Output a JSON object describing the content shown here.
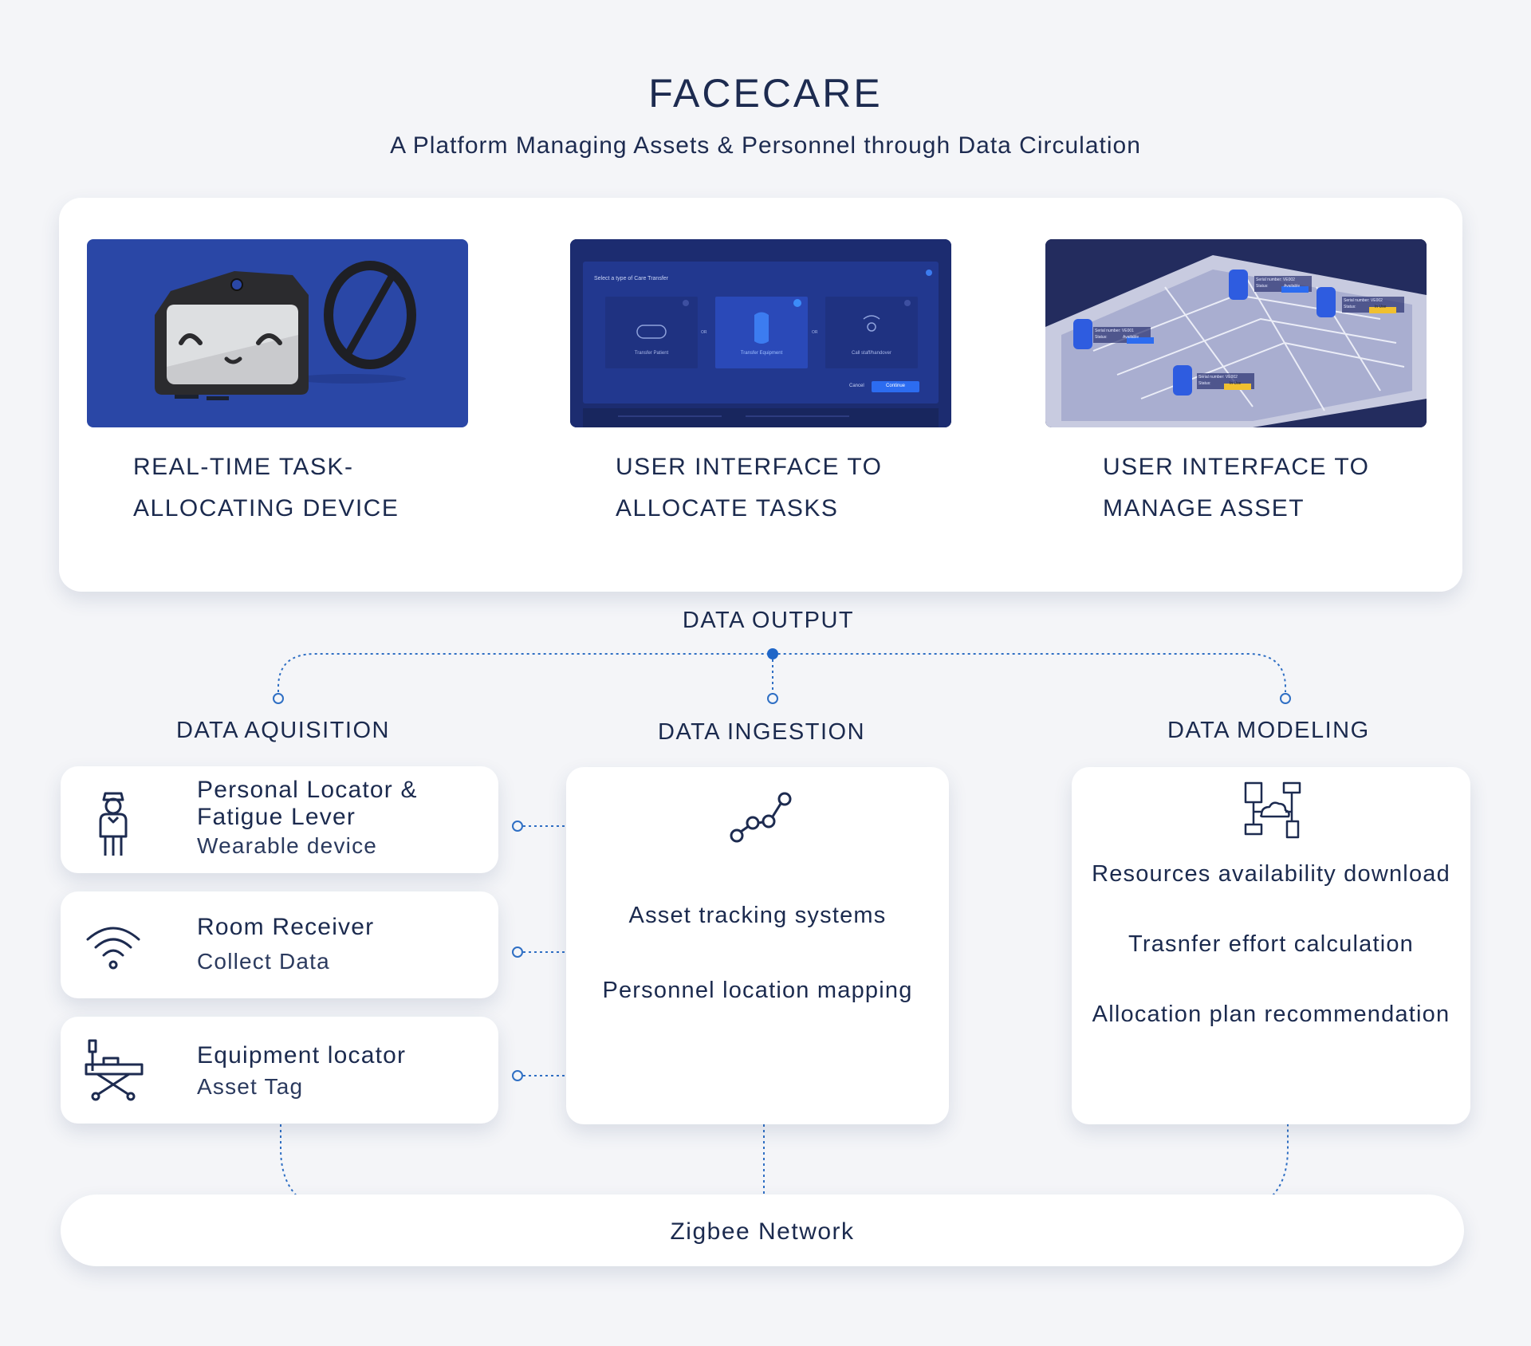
{
  "header": {
    "title": "FACECARE",
    "subtitle": "A Platform Managing Assets & Personnel through Data Circulation"
  },
  "outputs": [
    {
      "line1": "REAL-TIME TASK-",
      "line2": "ALLOCATING DEVICE",
      "icon": "face-device-icon"
    },
    {
      "line1": "USER INTERFACE TO",
      "line2": "ALLOCATE TASKS",
      "icon": "care-transfer-ui-screenshot"
    },
    {
      "line1": "USER INTERFACE TO",
      "line2": "MANAGE ASSET",
      "icon": "floor-plan-map-screenshot"
    }
  ],
  "ui_screen": {
    "heading": "Select a type of Care Transfer",
    "options": [
      "Transfer Patient",
      "Transfer Equipment",
      "Call staff/handover"
    ],
    "or_label": "OR",
    "cancel_label": "Cancel",
    "continue_label": "Continue"
  },
  "asset_map": {
    "tags": [
      {
        "serial": "Serial number: VE001",
        "status_label": "Status:",
        "status": "Available"
      },
      {
        "serial": "Serial number: VE002",
        "status_label": "Status:",
        "status": "Available"
      },
      {
        "serial": "Serial number: VE002",
        "status_label": "Status:",
        "status": "In Use"
      },
      {
        "serial": "Serial number: VE002",
        "status_label": "Status:",
        "status": "In Use"
      }
    ]
  },
  "labels": {
    "data_output": "DATA OUTPUT",
    "data_acquisition": "DATA AQUISITION",
    "data_ingestion": "DATA INGESTION",
    "data_modeling": "DATA MODELING"
  },
  "sources": [
    {
      "title_line1": "Personal Locator &",
      "title_line2": "Fatigue Lever",
      "subtitle": "Wearable device",
      "icon": "nurse-person-icon"
    },
    {
      "title_line1": "Room Receiver",
      "subtitle": "Collect Data",
      "icon": "wifi-icon"
    },
    {
      "title_line1": "Equipment locator",
      "subtitle": "Asset Tag",
      "icon": "hospital-bed-icon"
    }
  ],
  "ingestion": {
    "icon": "data-chain-icon",
    "items": [
      "Asset tracking systems",
      "Personnel location mapping"
    ]
  },
  "modeling": {
    "icon": "cloud-network-icon",
    "items": [
      "Resources availability download",
      "Trasnfer effort calculation",
      "Allocation plan recommendation"
    ]
  },
  "network": {
    "label": "Zigbee Network"
  },
  "colors": {
    "accent": "#1f66c8",
    "dark_blue": "#1d2b50",
    "device_bg": "#2a47a6",
    "ui_bg": "#22388f"
  }
}
